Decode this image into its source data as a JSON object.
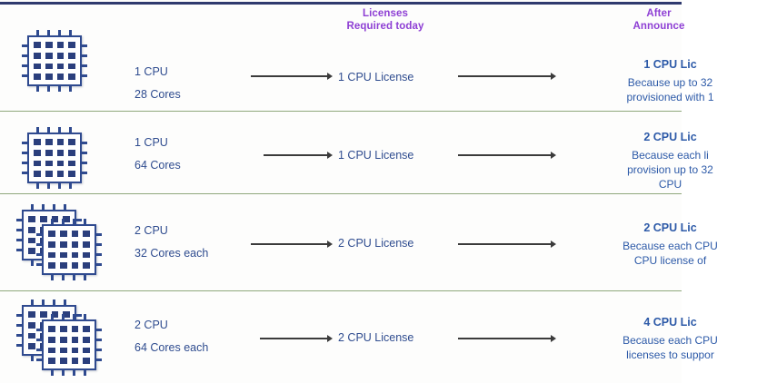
{
  "headers": {
    "licenses": {
      "line1": "Licenses",
      "line2": "Required today"
    },
    "after": {
      "line1": "After",
      "line2": "Announce"
    }
  },
  "colors": {
    "header_purple": "#8e3fd4",
    "body_blue": "#2f4c8f",
    "after_blue": "#2d5aa8",
    "chip_navy": "#2f4a8f",
    "chip_cell": "#2b3f7d",
    "divider_green": "#8fa87c",
    "top_rule_navy": "#2f3a6e",
    "arrow_gray": "#3b3b3b"
  },
  "rows": [
    {
      "icon": "cpu-chip-icon",
      "chip_count": 1,
      "spec_cpu": "1 CPU",
      "spec_cores": "28 Cores",
      "license_today": "1 CPU License",
      "after_title": "1 CPU Lic",
      "after_body": "Because up to 32\nprovisioned with 1"
    },
    {
      "icon": "cpu-chip-icon",
      "chip_count": 1,
      "spec_cpu": "1 CPU",
      "spec_cores": "64 Cores",
      "license_today": "1 CPU License",
      "after_title": "2 CPU Lic",
      "after_body": "Because each li\nprovision up to 32\nCPU"
    },
    {
      "icon": "cpu-chip-stack-icon",
      "chip_count": 2,
      "spec_cpu": "2 CPU",
      "spec_cores": "32 Cores each",
      "license_today": "2 CPU License",
      "after_title": "2 CPU Lic",
      "after_body": "Because each CPU\nCPU license of"
    },
    {
      "icon": "cpu-chip-stack-icon",
      "chip_count": 2,
      "spec_cpu": "2 CPU",
      "spec_cores": "64 Cores each",
      "license_today": "2 CPU License",
      "after_title": "4 CPU Lic",
      "after_body": "Because each CPU\nlicenses to suppor"
    }
  ]
}
